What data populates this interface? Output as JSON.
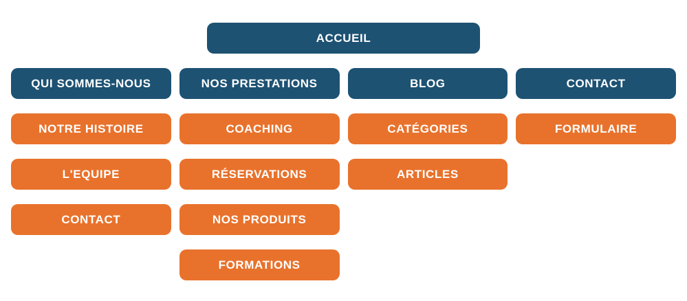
{
  "palette": {
    "blue": "#1d5273",
    "orange": "#e8722c",
    "text": "#ffffff",
    "background": "#ffffff"
  },
  "sitemap": {
    "root": {
      "label": "ACCUEIL"
    },
    "columns": [
      {
        "header": "QUI SOMMES-NOUS",
        "children": [
          "NOTRE HISTOIRE",
          "L'EQUIPE",
          "CONTACT"
        ]
      },
      {
        "header": "NOS PRESTATIONS",
        "children": [
          "COACHING",
          "RÉSERVATIONS",
          "NOS PRODUITS",
          "FORMATIONS"
        ]
      },
      {
        "header": "BLOG",
        "children": [
          "CATÉGORIES",
          "ARTICLES"
        ]
      },
      {
        "header": "CONTACT",
        "children": [
          "FORMULAIRE"
        ]
      }
    ]
  }
}
